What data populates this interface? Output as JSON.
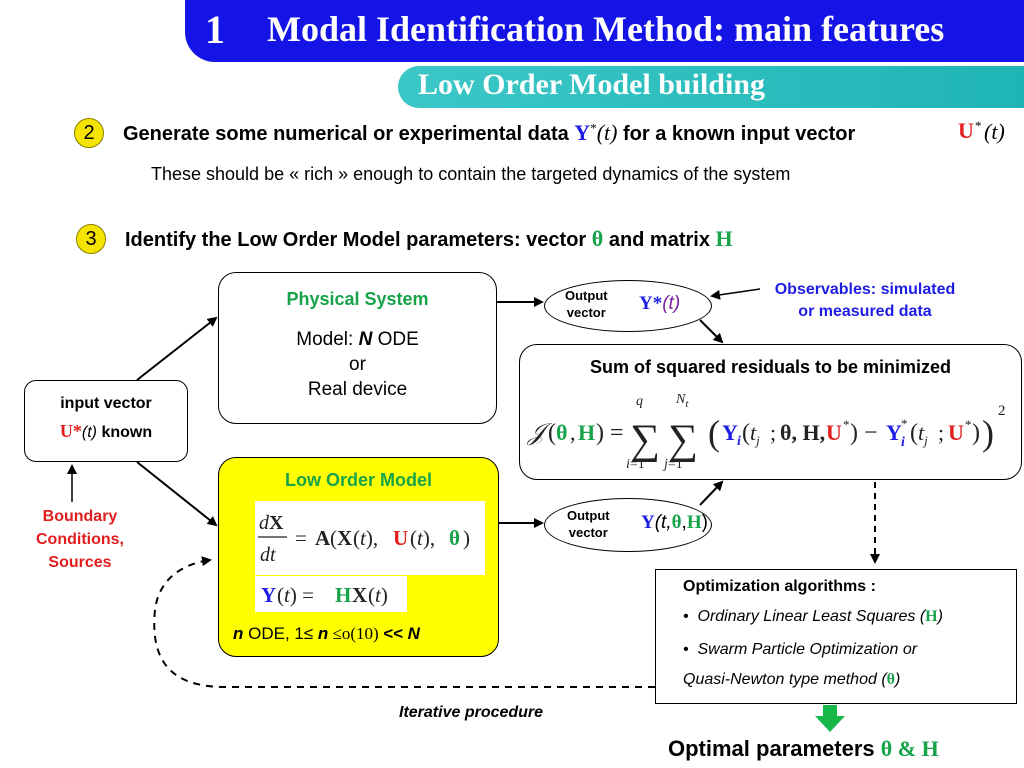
{
  "header": {
    "number": "1",
    "title": "Modal Identification Method: main features",
    "subtitle": "Low Order Model building"
  },
  "steps": [
    {
      "badge": "2",
      "text_a": "Generate some numerical or experimental data ",
      "sym_a": "Y",
      "sym_a_sup": "*",
      "sym_a_arg": "(t)",
      "text_b": " for a known input vector ",
      "sym_b": "U",
      "sym_b_sup": "*",
      "sym_b_arg": "(t)",
      "note": "These should be « rich » enough to contain the targeted dynamics of the system"
    },
    {
      "badge": "3",
      "text_a": "Identify the Low Order Model parameters:   vector ",
      "sym_a": "θ",
      "text_b": " and matrix  ",
      "sym_b": "H"
    }
  ],
  "diagram": {
    "input": {
      "line1": "input vector",
      "sym": "U*",
      "arg": "(t)",
      "suffix": " known"
    },
    "boundary": [
      "Boundary",
      "Conditions,",
      "Sources"
    ],
    "physical": {
      "title": "Physical System",
      "model_prefix": "Model: ",
      "model_n": "N",
      "model_suffix": " ODE",
      "or": "or",
      "device": "Real device"
    },
    "output1": {
      "label1": "Output",
      "label2": "vector",
      "sym": "Y*",
      "arg": "(t)"
    },
    "observables": [
      "Observables: simulated",
      "or measured data"
    ],
    "residuals": {
      "title": "Sum of squared residuals to be minimized"
    },
    "lom": {
      "title": "Low Order Model",
      "ode_n": "n",
      "ode_text": " ODE,   1≤ ",
      "ode_n2": "n",
      "ode_text2": " ≤o(10) ",
      "ode_ll": "<< ",
      "ode_N": "N"
    },
    "output2": {
      "label1": "Output",
      "label2": "vector",
      "sym": "Y",
      "arg_open": "(t,",
      "theta": "θ",
      "comma": ",",
      "H": "H",
      "close": ")"
    },
    "optim": {
      "title": "Optimization algorithms :",
      "item1_a": "Ordinary Linear Least Squares (",
      "item1_sym": "H",
      "item1_b": ")",
      "item2": "Swarm Particle Optimization or",
      "item3_a": "Quasi-Newton type method (",
      "item3_sym": "θ",
      "item3_b": ")"
    },
    "iterative": "Iterative procedure",
    "optimal": {
      "text": "Optimal parameters ",
      "theta": "θ",
      "amp": " & ",
      "H": "H"
    }
  },
  "colors": {
    "title_bg": "#1414e6",
    "subtitle_bg": "#1fb5b5",
    "lom_bg": "#ffff00",
    "badge": "#f5e400",
    "green": "#17a34a",
    "red": "#e11d1d",
    "blue": "#1d1de6"
  }
}
